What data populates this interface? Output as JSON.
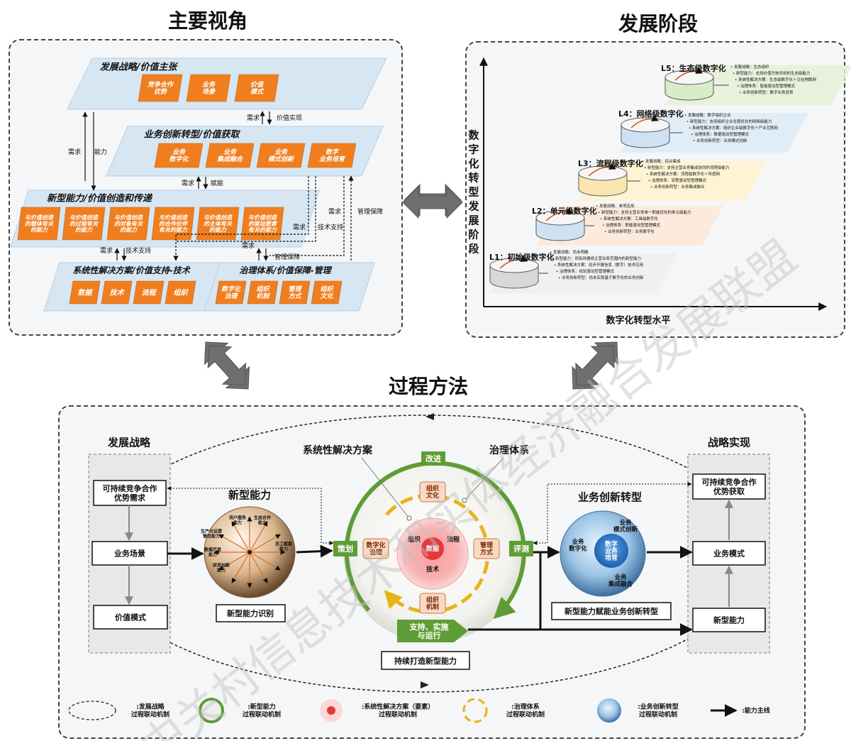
{
  "titles": {
    "main_perspective": "主要视角",
    "dev_stage": "发展阶段",
    "process_method": "过程方法"
  },
  "perspective": {
    "l1": {
      "title": "发展战略/价值主张",
      "boxes": [
        "竞争合作\n优势",
        "业务\n场景",
        "价值\n模式"
      ]
    },
    "l2": {
      "title": "业务创新转型/价值获取",
      "boxes": [
        "业务\n数字化",
        "业务\n集成融合",
        "业务\n模式创新",
        "数字\n业务培育"
      ]
    },
    "l3": {
      "title": "新型能力/价值创造和传递",
      "boxes": [
        "与价值创造\n的载体有关\n的能力",
        "与价值创造\n的过程有关\n的能力",
        "与价值创造\n的对象有关\n的能力",
        "与价值创造\n的合作伙伴\n有关的能力",
        "与价值创造\n的主体有关\n的能力",
        "与价值创造\n的驱动要素\n有关的能力"
      ]
    },
    "l4a": {
      "title": "系统性解决方案/价值支持-技术",
      "boxes": [
        "数据",
        "技术",
        "流程",
        "组织"
      ]
    },
    "l4b": {
      "title": "治理体系/价值保障-管理",
      "boxes": [
        "数字化\n治理",
        "组织\n机制",
        "管理\n方式",
        "组织\n文化"
      ]
    },
    "arrows": {
      "demand": "需求",
      "ability": "能力",
      "value_realize": "价值实现",
      "empower": "赋能",
      "tech_support": "技术支持",
      "mgmt_guarantee": "管理保障"
    }
  },
  "stages": {
    "y_axis": "数字化转型发展阶段",
    "x_axis": "数字化转型水平",
    "levels": [
      {
        "name": "L1：初始级数字化",
        "items": [
          "发展战略：尚未明确",
          "新型能力：尚有效建成主营业务范围内的新型能力",
          "系统性解决方案：初步开展信息（数字）技术应用",
          "治理体系：经验驱动型管理模式",
          "业务创新转型：尚未实现基于数字化的业务创新"
        ]
      },
      {
        "name": "L2：单元级数字化",
        "items": [
          "发展战略：单项应用",
          "新型能力：支持主营业务单一职能优化的单元级能力",
          "系统性解决方案：工具级数字化",
          "治理体系：职能驱动型管理模式",
          "业务创新转型：业务数字化"
        ]
      },
      {
        "name": "L3：流程级数字化",
        "items": [
          "发展战略：综合集成",
          "新型能力：支持主营业务集成协同的流程级能力",
          "系统性解决方案：流程级数字化＋传感网",
          "治理体系：流程驱动型管理模式",
          "业务创新转型：业务集成融合"
        ]
      },
      {
        "name": "L4：网络级数字化",
        "items": [
          "发展战略：数字组织企业",
          "新型能力：支持组织企业全局优化的网络级能力",
          "系统性解决方案：组织企业级数字化＋产业互联网",
          "治理体系：数据驱动型管理模式",
          "业务创新转型：业务模式创新"
        ]
      },
      {
        "name": "L5：生态级数字化",
        "items": [
          "发展战略：生态组织",
          "新型能力：支持价值开放共创的生态级能力",
          "系统性解决方案：生态级数字化＋泛在物联网",
          "治理体系：智能驱动型管理模式",
          "业务创新转型：数字业务培育"
        ]
      }
    ]
  },
  "process": {
    "left_title": "发展战略",
    "left_boxes": [
      "可持续竞争合作\n优势需求",
      "业务场景",
      "价值模式"
    ],
    "right_title": "战略实现",
    "right_boxes": [
      "可持续竞争合作\n优势获取",
      "业务模式",
      "新型能力"
    ],
    "new_ability_title": "新型能力",
    "new_ability_caption": "新型能力识别",
    "sphere_labels": [
      "用户服务\n能力",
      "生态合作\n能力",
      "员工赋能\n能力",
      "数据开发\n能力",
      "研发创新\n能力",
      "生产与运营\n管控能力"
    ],
    "system_solution": "系统性解决方案",
    "governance": "治理体系",
    "cycle": {
      "improve": "改进",
      "plan": "策划",
      "evaluate": "评测",
      "support": "支持、实施\n与运行"
    },
    "gov_items": [
      "组织\n文化",
      "数字化\n治理",
      "管理\n方式",
      "组织\n机制"
    ],
    "core_items": [
      "组织",
      "流程",
      "数据",
      "技术"
    ],
    "cycle_caption": "持续打造新型能力",
    "biz_title": "业务创新转型",
    "biz_items": [
      "业务\n数字化",
      "业务\n模式创新",
      "数字\n业务\n培育",
      "业务\n集成融合"
    ],
    "biz_caption": "新型能力赋能业务创新转型"
  },
  "legend": [
    {
      "name": "dashed-ellipse",
      "label": ":发展战略\n过程联动机制"
    },
    {
      "name": "green-cycle",
      "label": ":新型能力\n过程联动机制"
    },
    {
      "name": "red-core",
      "label": ":系统性解决方案（要素）\n过程联动机制"
    },
    {
      "name": "yellow-ring",
      "label": ":治理体系\n过程联动机制"
    },
    {
      "name": "blue-globe",
      "label": ":业务创新转型\n过程联动机制"
    },
    {
      "name": "black-arrow",
      "label": ":能力主线"
    }
  ],
  "watermark": "中关村信息技术和实体经济融合发展联盟",
  "colors": {
    "orange": "#f07e1e",
    "band": "#d6e6f3",
    "green": "#5e9d35",
    "yellow": "#e8b318",
    "red": "#e23a3a"
  }
}
